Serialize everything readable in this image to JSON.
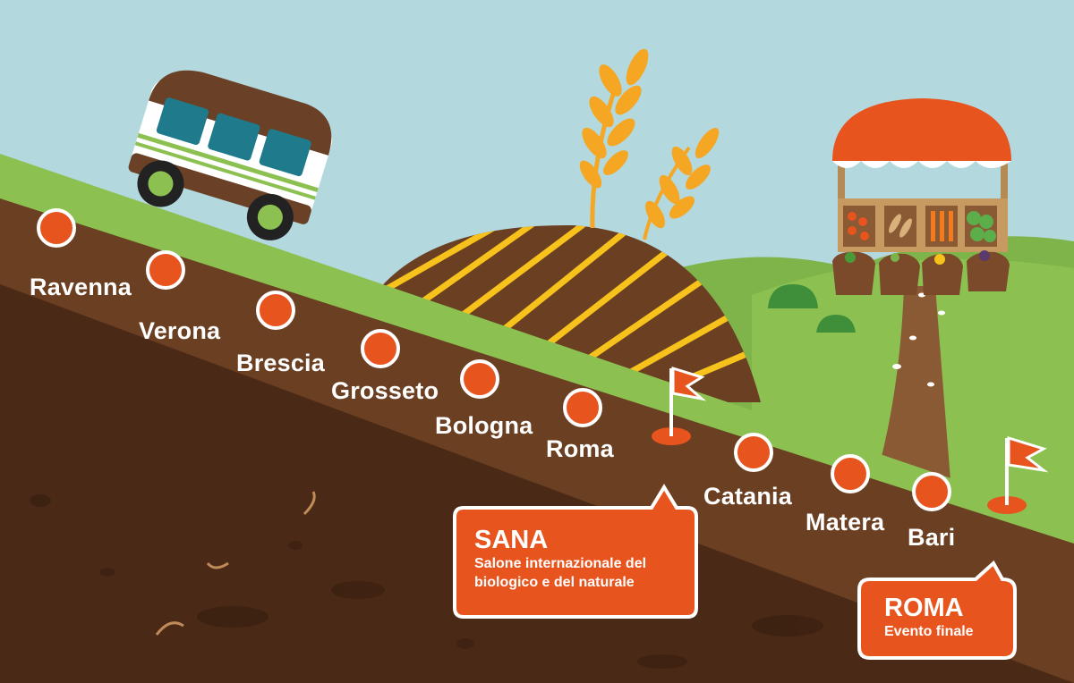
{
  "stops": [
    {
      "id": "ravenna",
      "label": "Ravenna"
    },
    {
      "id": "verona",
      "label": "Verona"
    },
    {
      "id": "brescia",
      "label": "Brescia"
    },
    {
      "id": "grosseto",
      "label": "Grosseto"
    },
    {
      "id": "bologna",
      "label": "Bologna"
    },
    {
      "id": "roma",
      "label": "Roma"
    },
    {
      "id": "catania",
      "label": "Catania"
    },
    {
      "id": "matera",
      "label": "Matera"
    },
    {
      "id": "bari",
      "label": "Bari"
    }
  ],
  "callouts": {
    "sana": {
      "title": "SANA",
      "line1": "Salone internazionale del",
      "line2": "biologico e del naturale"
    },
    "roma": {
      "title": "ROMA",
      "subtitle": "Evento finale"
    }
  },
  "colors": {
    "sky": "#b3d9df",
    "grass": "#8cc152",
    "soil": "#6b3f22",
    "marker": "#e8541e",
    "awning": "#e8541e",
    "wheat": "#f5a623"
  },
  "icons": [
    "bus-icon",
    "wheat-icon",
    "market-stall-icon",
    "flag-icon",
    "stop-marker-icon"
  ]
}
